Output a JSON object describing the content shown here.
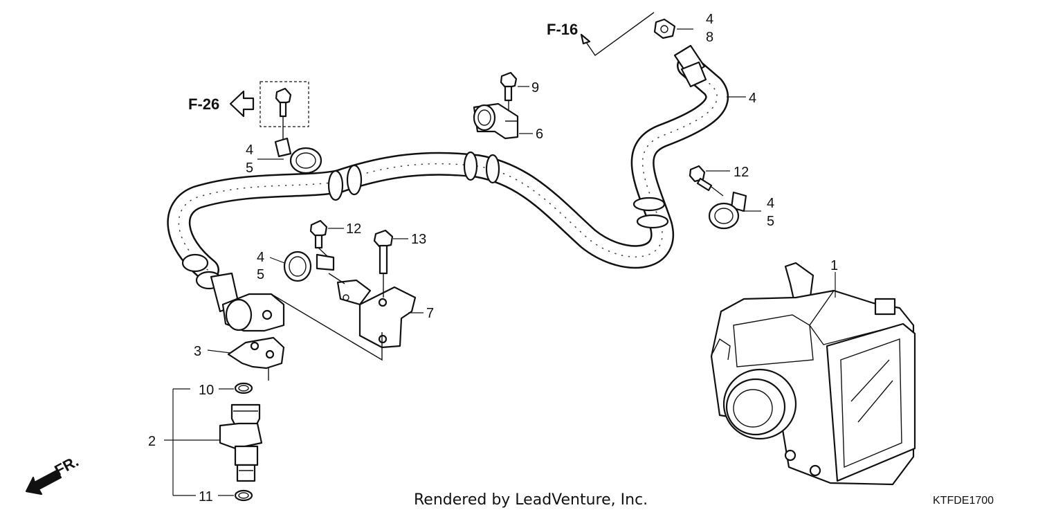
{
  "references": {
    "f16": "F-16",
    "f26": "F-26",
    "fr": "FR."
  },
  "callouts": {
    "c1": "1",
    "c2": "2",
    "c3": "3",
    "c4a": "4",
    "c8": "8",
    "c4b": "4",
    "c9": "9",
    "c6": "6",
    "c4c": "4",
    "c5c": "5",
    "c12a": "12",
    "c4d": "4",
    "c5d": "5",
    "c12b": "12",
    "c13": "13",
    "c4e": "4",
    "c5e": "5",
    "c7": "7",
    "c10": "10",
    "c11": "11"
  },
  "footer": {
    "credit": "Rendered by LeadVenture, Inc.",
    "diagram_code": "KTFDE1700"
  }
}
